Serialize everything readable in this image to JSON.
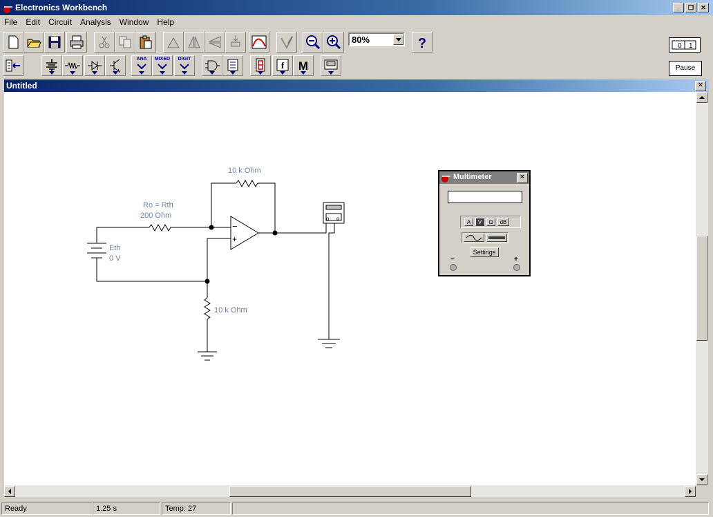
{
  "app": {
    "title": "Electronics Workbench"
  },
  "window_buttons": {
    "minimize": "_",
    "restore": "❐",
    "close": "✕"
  },
  "menu": [
    "File",
    "Edit",
    "Circuit",
    "Analysis",
    "Window",
    "Help"
  ],
  "toolbar": {
    "zoom_value": "80%",
    "help_label": "?",
    "bins": {
      "analog": "ANA",
      "mixed": "MIXED",
      "digital": "DIGIT",
      "misc": "M"
    },
    "pause_label": "Pause",
    "power_icon": "power-switch-icon"
  },
  "document": {
    "title": "Untitled",
    "close": "✕"
  },
  "circuit": {
    "feedback_resistor": "10 k Ohm",
    "source_resistor_name": "Ro = Rth",
    "source_resistor_value": "200  Ohm",
    "battery_name": "Eth",
    "battery_value": "0 V",
    "bottom_resistor": "10 k Ohm",
    "opamp_minus": "−",
    "opamp_plus": "+"
  },
  "multimeter": {
    "title": "Multimeter",
    "close": "✕",
    "display": "",
    "modes": [
      "A",
      "V",
      "Ω",
      "dB"
    ],
    "selected_mode": "V",
    "settings_label": "Settings",
    "terminal_minus": "−",
    "terminal_plus": "+"
  },
  "status": {
    "message": "Ready",
    "time": "1.25 s",
    "temp": "Temp:  27"
  }
}
